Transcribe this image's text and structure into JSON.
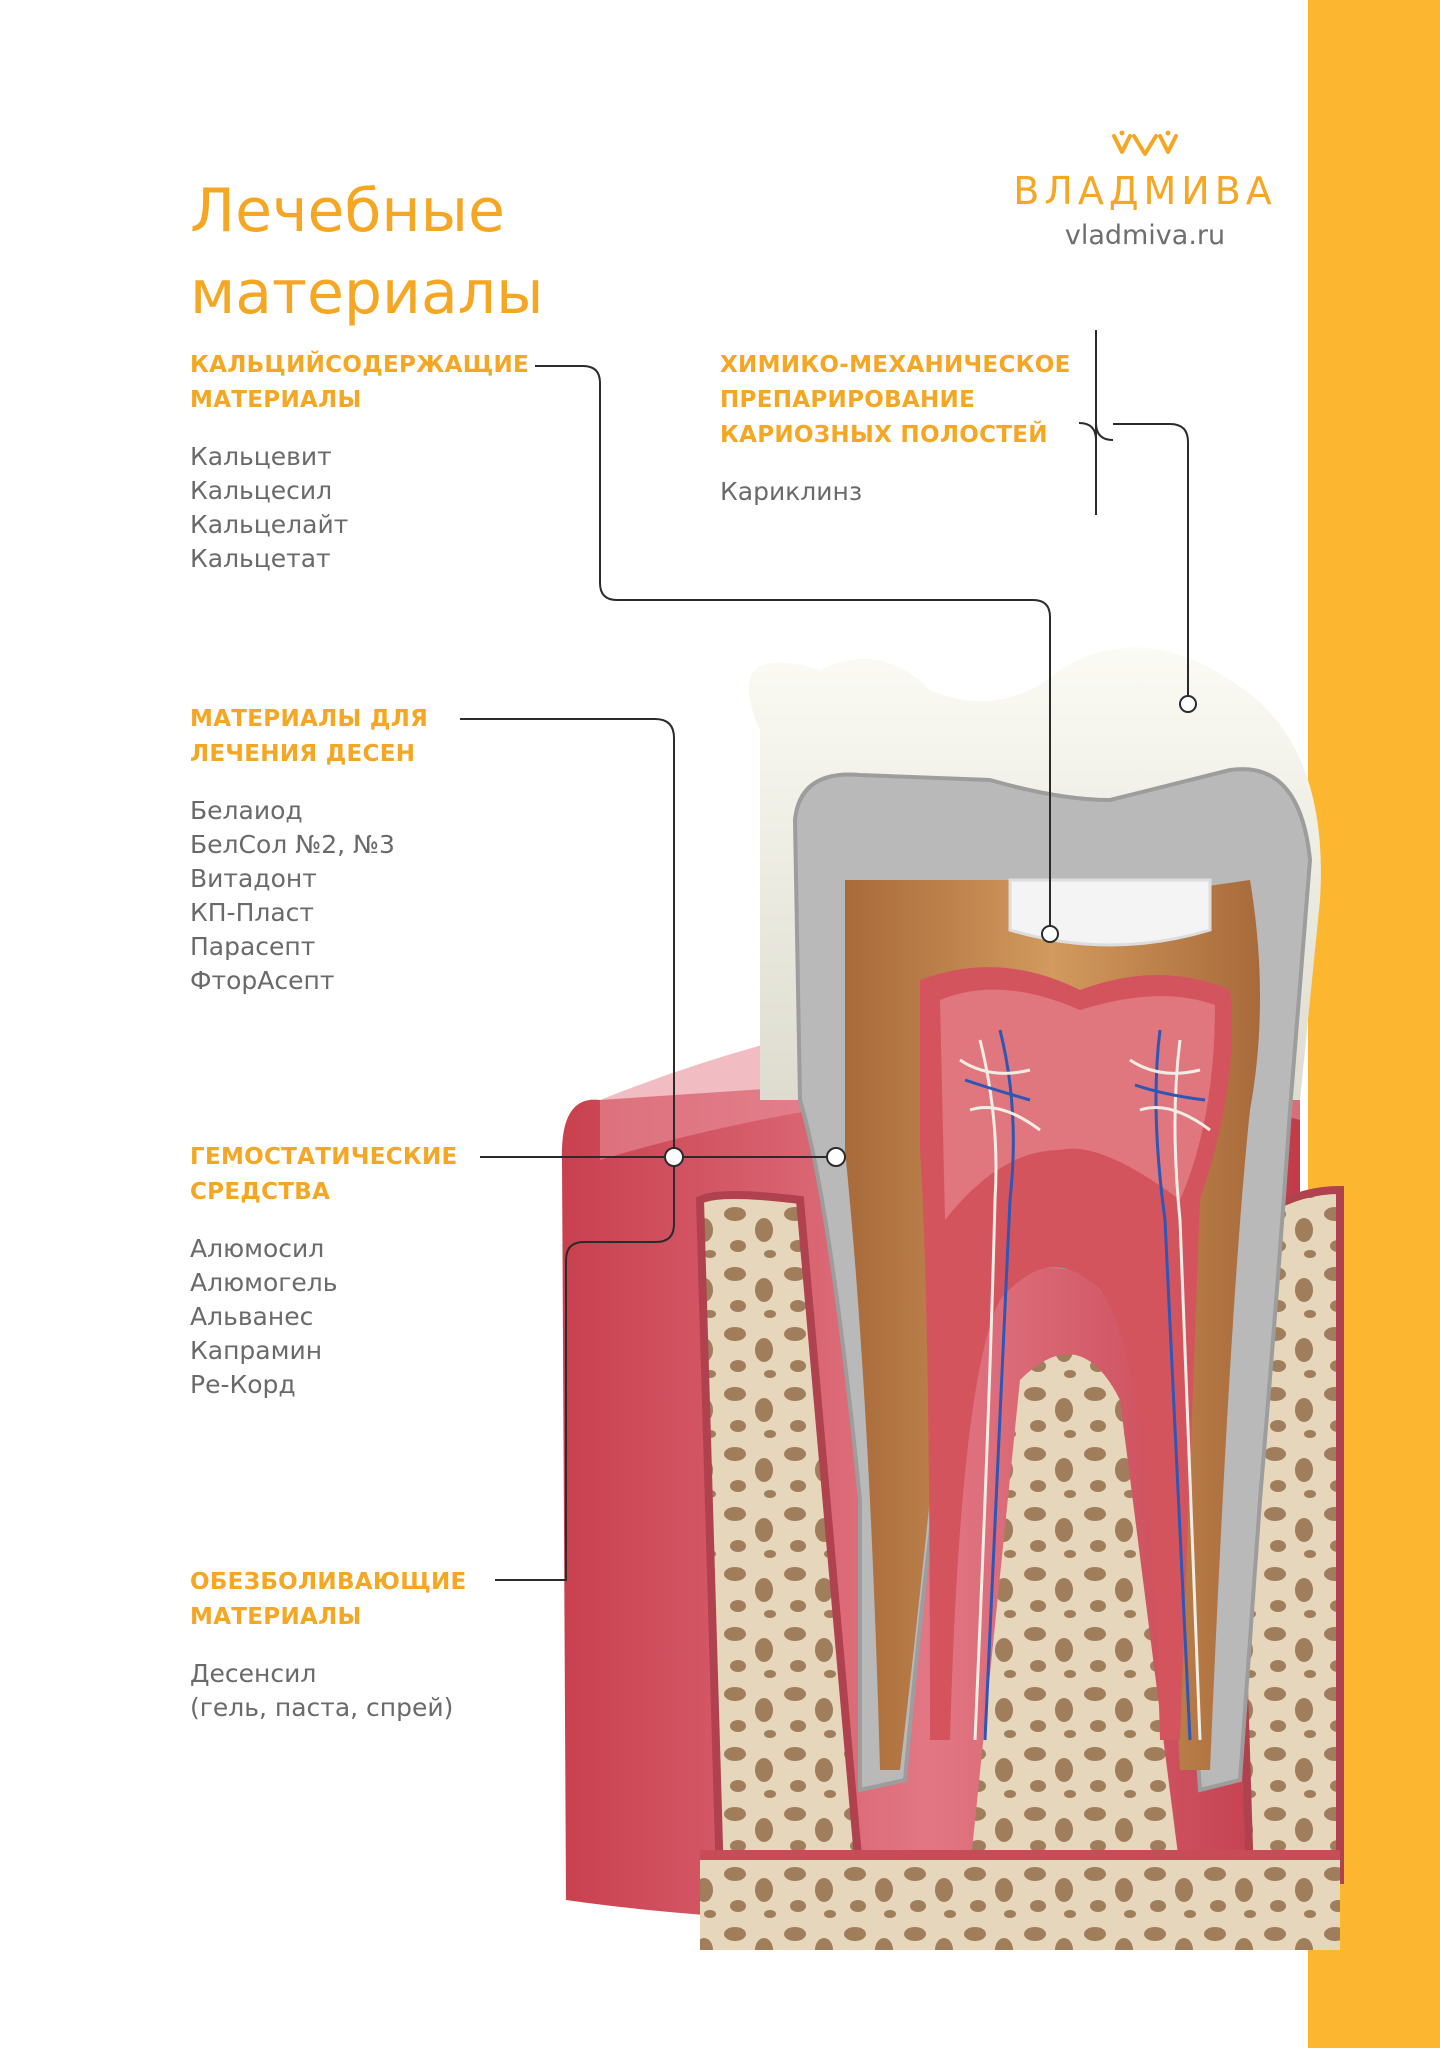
{
  "title": {
    "line1": "Лечебные",
    "line2": "материалы"
  },
  "logo": {
    "name": "ВЛАДМИВА",
    "url": "vladmiva.ru",
    "icon": "vladmiva-logo-icon"
  },
  "colors": {
    "accent": "#f5a623",
    "bar": "#fdb62f",
    "text_gray": "#6a6a6a",
    "line": "#2b2b2b"
  },
  "callouts": {
    "calcium": {
      "heading": [
        "КАЛЬЦИЙСОДЕРЖАЩИЕ",
        "МАТЕРИАЛЫ"
      ],
      "items": [
        "Кальцевит",
        "Кальцесил",
        "Кальцелайт",
        "Кальцетат"
      ]
    },
    "chemo": {
      "heading": [
        "ХИМИКО-МЕХАНИЧЕСКОЕ",
        "ПРЕПАРИРОВАНИЕ",
        "КАРИОЗНЫХ ПОЛОСТЕЙ"
      ],
      "items": [
        "Кариклинз"
      ]
    },
    "gums": {
      "heading": [
        "МАТЕРИАЛЫ ДЛЯ",
        "ЛЕЧЕНИЯ ДЕСЕН"
      ],
      "items": [
        "Белаиод",
        "БелСол №2, №3",
        "Витадонт",
        "КП-Пласт",
        "Парасепт",
        "ФторАсепт"
      ]
    },
    "hemostatic": {
      "heading": [
        "ГЕМОСТАТИЧЕСКИЕ",
        "СРЕДСТВА"
      ],
      "items": [
        "Алюмосил",
        "Алюмогель",
        "Альванес",
        "Капрамин",
        "Ре-Корд"
      ]
    },
    "anesthetic": {
      "heading": [
        "ОБЕЗБОЛИВАЮЩИЕ",
        "МАТЕРИАЛЫ"
      ],
      "items": [
        "Десенсил",
        "(гель, паста, спрей)"
      ]
    }
  }
}
